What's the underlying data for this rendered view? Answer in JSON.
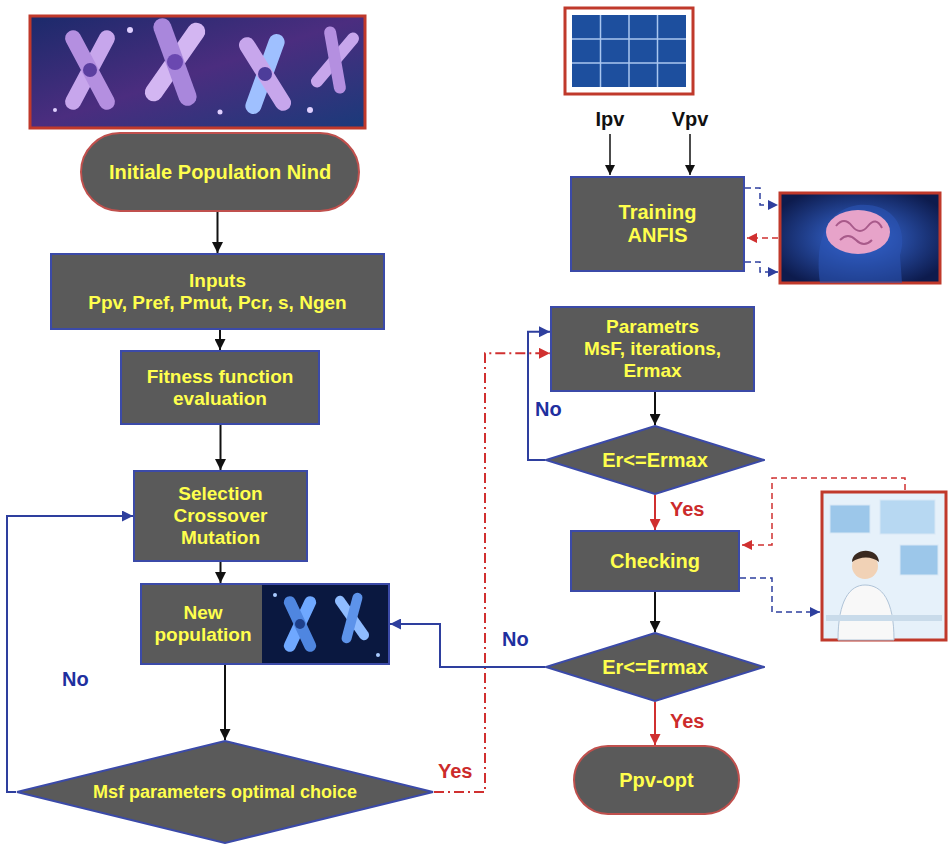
{
  "diagram": {
    "nodes": [
      {
        "text": [
          "Initiale Population Nind"
        ]
      },
      {
        "text": [
          "Inputs",
          "Ppv, Pref, Pmut, Pcr, s, Ngen"
        ]
      },
      {
        "text": [
          "Fitness function evaluation"
        ]
      },
      {
        "text": [
          "Selection Crossover Mutation"
        ]
      },
      {
        "text": [
          "New population"
        ]
      },
      {
        "text": [
          "Msf parameters optimal choice"
        ]
      },
      {
        "text": [
          "Training ANFIS"
        ]
      },
      {
        "text": [
          "Parametrs",
          "MsF, iterations, Ermax"
        ]
      },
      {
        "text": [
          "Er<=Ermax"
        ]
      },
      {
        "text": [
          "Checking"
        ]
      },
      {
        "text": [
          "Er<=Ermax"
        ]
      },
      {
        "text": [
          "Ppv-opt"
        ]
      }
    ],
    "edges": [
      {
        "from": 0,
        "to": 1,
        "arrow": "to"
      },
      {
        "from": 1,
        "to": 2,
        "arrow": "to"
      },
      {
        "from": 2,
        "to": 3,
        "arrow": "to"
      },
      {
        "from": 3,
        "to": 4,
        "arrow": "to"
      },
      {
        "from": 4,
        "to": 5,
        "arrow": "to"
      },
      {
        "from": 5,
        "to": 3,
        "label": "No",
        "arrow": "to"
      },
      {
        "from": 5,
        "to": 7,
        "label": "Yes",
        "arrow": "to"
      },
      {
        "from": 7,
        "to": 8,
        "arrow": "to"
      },
      {
        "from": 8,
        "to": 7,
        "label": "No",
        "arrow": "to"
      },
      {
        "from": 8,
        "to": 9,
        "label": "Yes",
        "arrow": "to"
      },
      {
        "from": 9,
        "to": 10,
        "arrow": "to"
      },
      {
        "from": 10,
        "to": 4,
        "label": "No",
        "arrow": "to"
      },
      {
        "from": 10,
        "to": 11,
        "label": "Yes",
        "arrow": "to"
      }
    ],
    "labels": [
      "Ipv",
      "Vpv"
    ]
  }
}
